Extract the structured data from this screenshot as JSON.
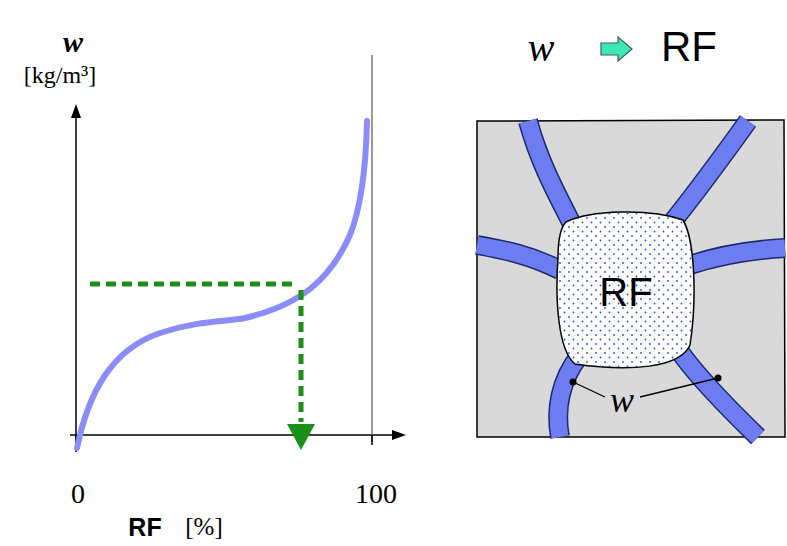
{
  "diagram": {
    "nodes": [
      {
        "text": [
          "w"
        ]
      },
      {
        "text": [
          "RF"
        ],
        "in": 0
      }
    ],
    "labels": [
      "w",
      "[kg/m³]",
      "0",
      "100",
      "RF",
      "[%]",
      "w",
      "RF"
    ]
  }
}
